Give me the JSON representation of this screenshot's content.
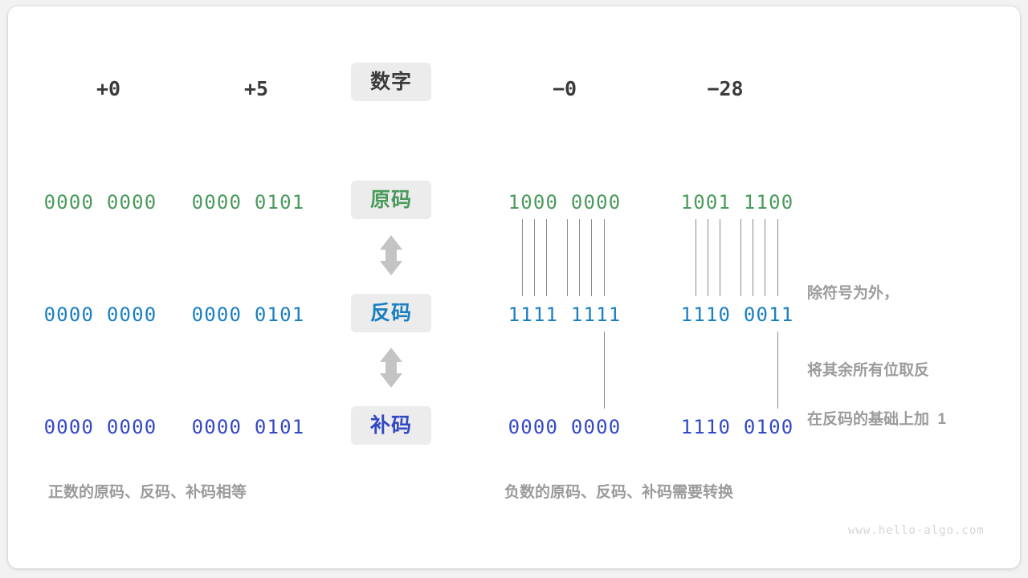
{
  "diagram": {
    "title_row": {
      "label": "数字",
      "columns": [
        {
          "name": "pos-zero",
          "value": "+0"
        },
        {
          "name": "pos-five",
          "value": "+5"
        },
        {
          "name": "neg-zero",
          "value": "−0"
        },
        {
          "name": "neg-twentyeight",
          "value": "−28"
        }
      ]
    },
    "rows": [
      {
        "key": "sign-magnitude",
        "label": "原码",
        "color": "#4a9a5c",
        "cells": [
          "0000 0000",
          "0000 0101",
          "1000 0000",
          "1001 1100"
        ]
      },
      {
        "key": "ones-complement",
        "label": "反码",
        "color": "#1a7fc1",
        "cells": [
          "0000 0000",
          "0000 0101",
          "1111 1111",
          "1110 0011"
        ]
      },
      {
        "key": "twos-complement",
        "label": "补码",
        "color": "#3348c4",
        "cells": [
          "0000 0000",
          "0000 0101",
          "0000 0000",
          "1110 0100"
        ]
      }
    ],
    "annotations": [
      {
        "key": "invert-bits",
        "line1": "除符号为外，",
        "line2": "将其余所有位取反"
      },
      {
        "key": "add-one",
        "line1": "在反码的基础上加  1",
        "line2": ""
      }
    ],
    "captions": [
      {
        "key": "positive",
        "text": "正数的原码、反码、补码相等"
      },
      {
        "key": "negative",
        "text": "负数的原码、反码、补码需要转换"
      }
    ],
    "watermark": "www.hello-algo.com",
    "icons": {
      "arrow_updown": "double-headed-vertical-arrow"
    }
  }
}
